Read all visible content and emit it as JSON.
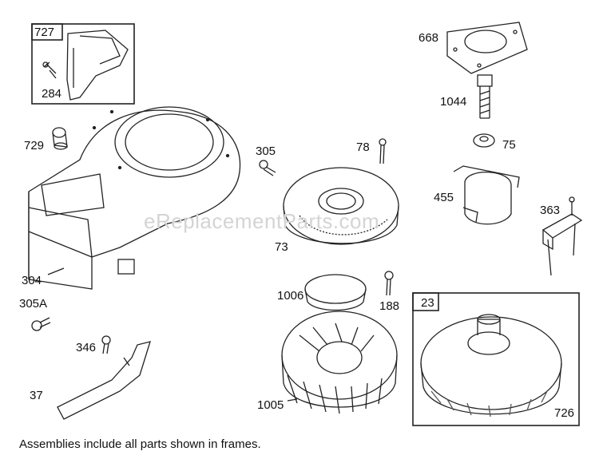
{
  "parts": {
    "p727": "727",
    "p284": "284",
    "p729": "729",
    "p304": "304",
    "p305A": "305A",
    "p346": "346",
    "p37": "37",
    "p305": "305",
    "p78": "78",
    "p73": "73",
    "p1006": "1006",
    "p188": "188",
    "p1005": "1005",
    "p668": "668",
    "p1044": "1044",
    "p75": "75",
    "p455": "455",
    "p363": "363",
    "p23": "23",
    "p726": "726"
  },
  "watermark": "eReplacementParts.com",
  "caption": "Assemblies include all parts shown in frames."
}
